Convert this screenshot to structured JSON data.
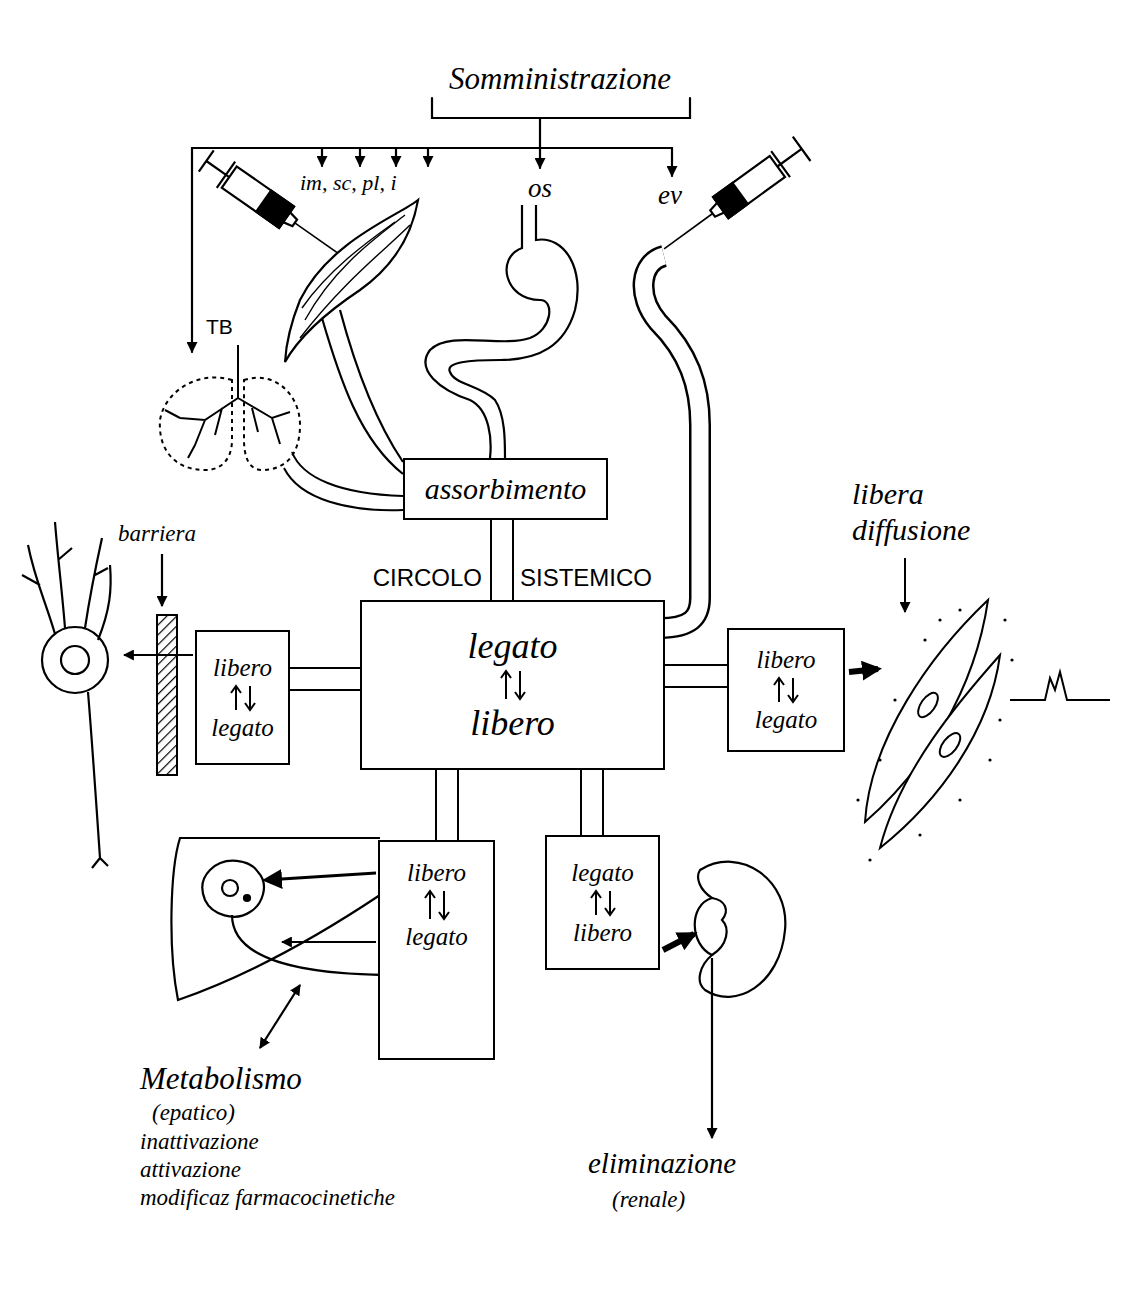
{
  "diagram": {
    "title": "Somministrazione",
    "nodes": [
      {
        "text": [
          "assorbimento"
        ]
      },
      {
        "text": [
          "CIRCOLO",
          "SISTEMICO",
          "legato",
          "libero"
        ]
      },
      {
        "text": [
          "libero",
          "legato"
        ]
      },
      {
        "text": [
          "libero",
          "legato"
        ]
      },
      {
        "text": [
          "libero",
          "legato"
        ]
      },
      {
        "text": [
          "legato",
          "libero"
        ]
      }
    ],
    "edges": [
      {
        "from": 0,
        "to": 1,
        "arrow": "none"
      },
      {
        "from": 1,
        "to": 2,
        "arrow": "none"
      },
      {
        "from": 1,
        "to": 3,
        "arrow": "none"
      },
      {
        "from": 1,
        "to": 4,
        "arrow": "none"
      },
      {
        "from": 1,
        "to": 5,
        "arrow": "none"
      }
    ],
    "labels": [
      "im, sc, pl, i",
      "os",
      "ev",
      "TB",
      "barriera",
      "libera diffusione",
      "Metabolismo",
      "(epatico)",
      "inattivazione",
      "attivazione",
      "modificaz farmacocinetiche",
      "eliminazione",
      "(renale)"
    ]
  }
}
